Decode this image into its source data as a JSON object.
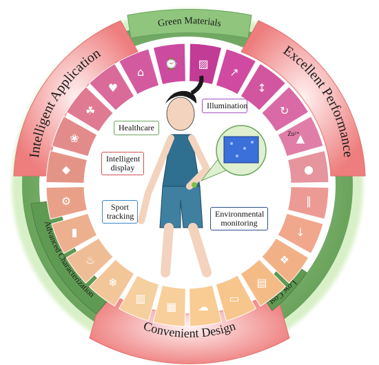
{
  "arcs": {
    "green_materials": "Green Materials",
    "excellent_performance": "Excellent Performance",
    "low_cost": "Low Cost",
    "convenient_design": "Convenient Design",
    "advanced_characterization": "Advanced Characterization",
    "intelligent_application": "Intelligent Application"
  },
  "inner_labels": {
    "illumination": "Illumination",
    "healthcare": "Healthcare",
    "intelligent_display": "Intelligent display",
    "sport_tracking": "Sport tracking",
    "environmental_monitoring": "Environmental monitoring",
    "zn_label": "Zn²⁺"
  },
  "colors": {
    "green": "#7bb26a",
    "dark_green": "#4f8a45",
    "pink": "#f6a5a5",
    "magenta": "#cc3399",
    "peach": "#f4b58a",
    "ring_bg": "#fde8e0"
  }
}
